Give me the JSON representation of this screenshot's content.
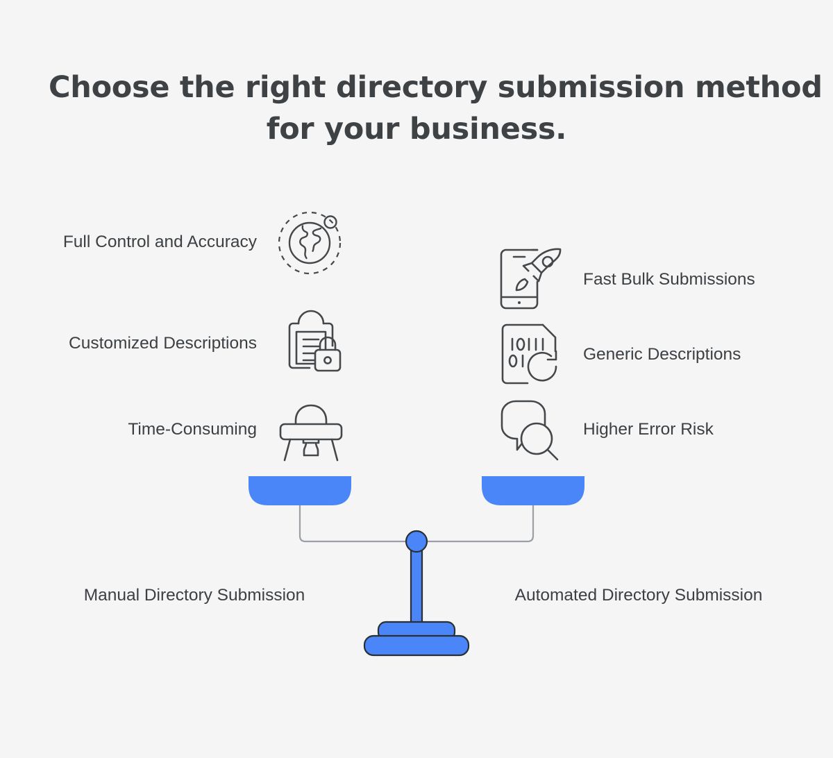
{
  "theme": {
    "background": "#f5f5f6",
    "text_color": "#3c4043",
    "title_color": "#3f4245",
    "accent_blue": "#4a86f7",
    "icon_stroke": "#45484b",
    "beam_gray": "#9aa0a6"
  },
  "title": {
    "line1": "Choose the right directory submission method",
    "line2": "for your business."
  },
  "left_side": {
    "pan_label": "Manual Directory Submission",
    "items": [
      {
        "label": "Full Control and Accuracy",
        "icon": "globe-orbit-icon"
      },
      {
        "label": "Customized Descriptions",
        "icon": "clipboard-lock-icon"
      },
      {
        "label": "Time-Consuming",
        "icon": "desk-chair-icon"
      }
    ]
  },
  "right_side": {
    "pan_label": "Automated Directory Submission",
    "items": [
      {
        "label": "Fast Bulk Submissions",
        "icon": "phone-rocket-icon"
      },
      {
        "label": "Generic Descriptions",
        "icon": "binary-document-refresh-icon"
      },
      {
        "label": "Higher Error Risk",
        "icon": "speech-bubble-magnifier-icon"
      }
    ]
  },
  "scale": {
    "name": "balance-scale-graphic",
    "state": "balanced",
    "pans": 2
  }
}
